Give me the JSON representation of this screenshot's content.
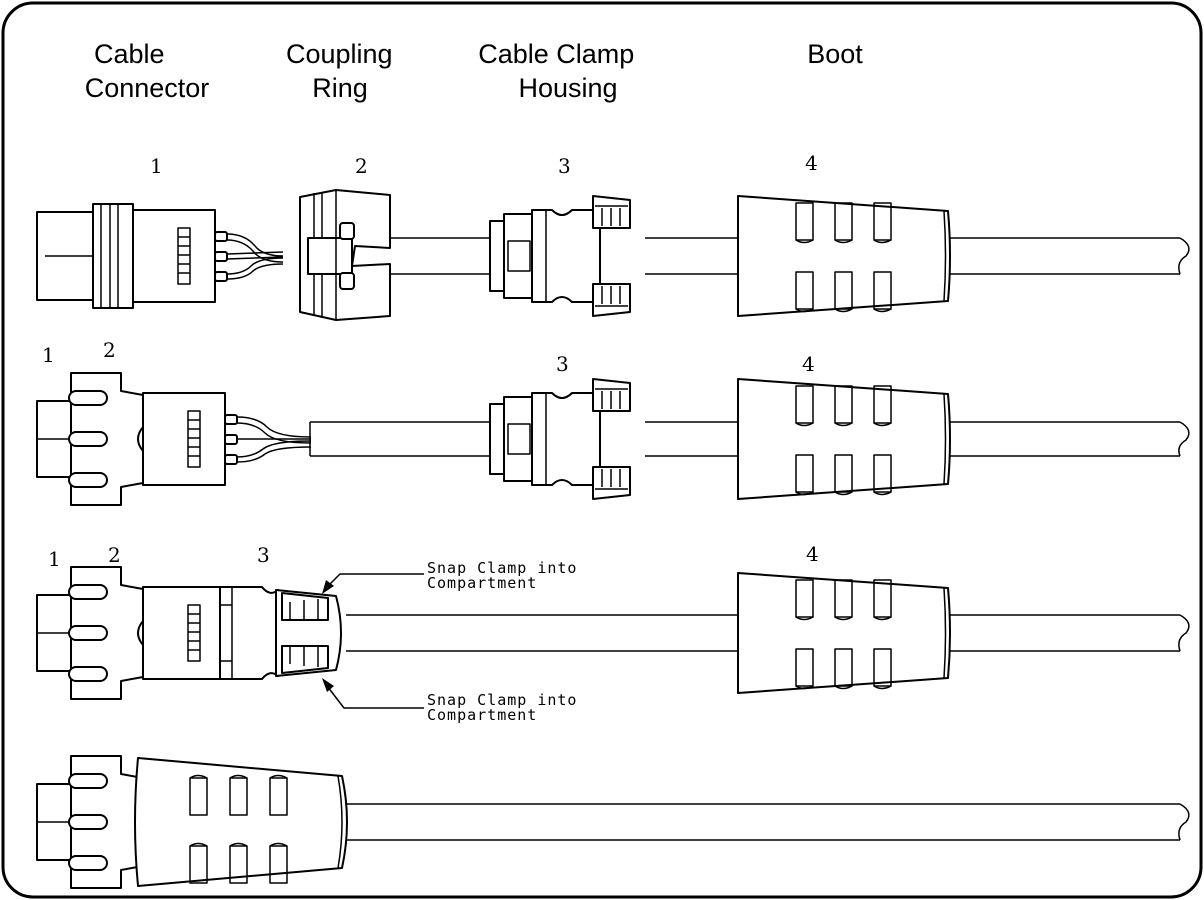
{
  "headers": {
    "cable_connector": [
      "Cable",
      "Connector"
    ],
    "coupling_ring": [
      "Coupling",
      "Ring"
    ],
    "cable_clamp_housing": [
      "Cable Clamp",
      "Housing"
    ],
    "boot": [
      "Boot"
    ]
  },
  "row1": {
    "n1": "1",
    "n2": "2",
    "n3": "3",
    "n4": "4"
  },
  "row2": {
    "n1": "1",
    "n2": "2",
    "n3": "3",
    "n4": "4"
  },
  "row3": {
    "n1": "1",
    "n2": "2",
    "n3": "3",
    "n4": "4",
    "callout_top": [
      "Snap Clamp into",
      "Compartment"
    ],
    "callout_bottom": [
      "Snap Clamp into",
      "Compartment"
    ]
  },
  "colors": {
    "line": "#000000",
    "background": "#ffffff"
  }
}
